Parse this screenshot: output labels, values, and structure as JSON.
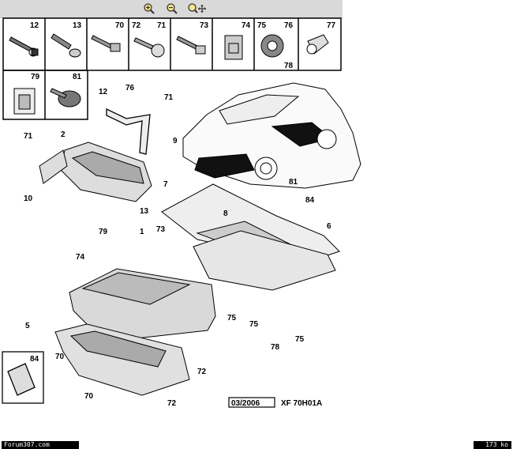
{
  "toolbar": {
    "zoom_in_icon": "magnifier-plus-icon",
    "zoom_out_icon": "magnifier-minus-icon",
    "pan_icon": "magnifier-move-icon"
  },
  "parts_table": {
    "row1": [
      "12",
      "13",
      "70",
      "72",
      "71",
      "73",
      "74",
      "75",
      "76",
      "77"
    ],
    "row1_extra": "78",
    "row2": [
      "79",
      "81"
    ]
  },
  "callouts": {
    "c76": "76",
    "c12": "12",
    "c71a": "71",
    "c9": "9",
    "c71b": "71",
    "c2": "2",
    "c10": "10",
    "c13": "13",
    "c7": "7",
    "c81": "81",
    "c84a": "84",
    "c8": "8",
    "c6": "6",
    "c79": "79",
    "c1": "1",
    "c73": "73",
    "c74": "74",
    "c5": "5",
    "c75a": "75",
    "c75b": "75",
    "c75c": "75",
    "c78": "78",
    "c70a": "70",
    "c70b": "70",
    "c72a": "72",
    "c72b": "72",
    "c84b": "84"
  },
  "reference": {
    "date": "03/2006",
    "code": "XF 70H01A"
  },
  "footer": {
    "site": "Forum307.com",
    "size": "173 ko"
  }
}
